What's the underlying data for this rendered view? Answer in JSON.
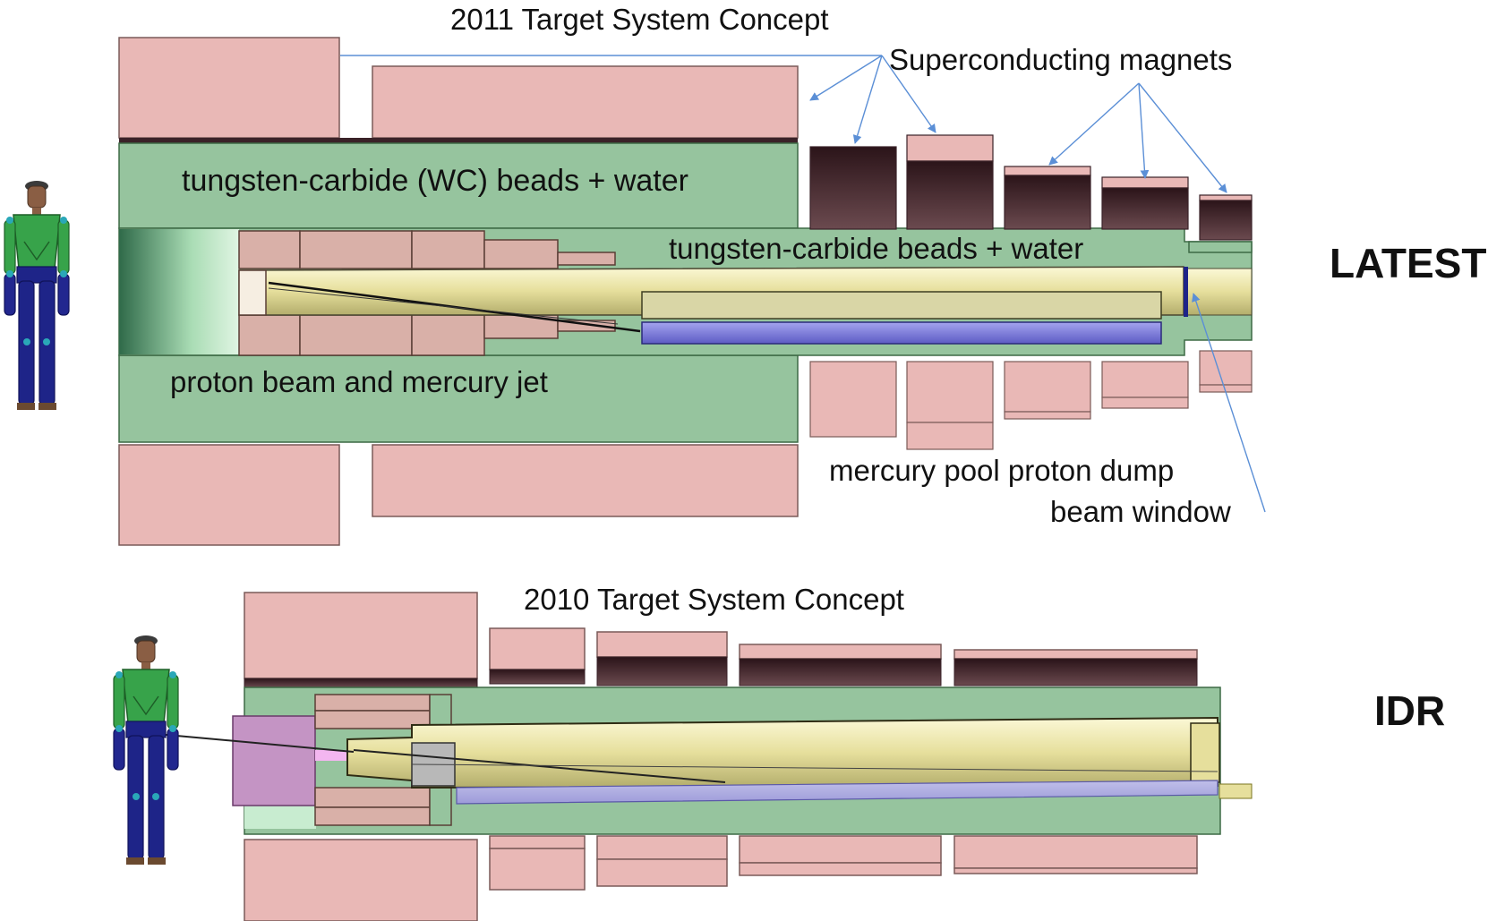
{
  "titles": {
    "top": "2011 Target System Concept",
    "bottom": "2010 Target System Concept"
  },
  "labels": {
    "superconducting": "Superconducting magnets",
    "wc_beads_water": "tungsten-carbide (WC) beads + water",
    "tc_beads_water": "tungsten-carbide beads + water",
    "proton_mercury": "proton beam and mercury jet",
    "mercury_pool": "mercury pool proton dump",
    "beam_window": "beam window"
  },
  "versions": {
    "latest": "LATEST",
    "idr": "IDR"
  },
  "colors": {
    "magnet_pink": "#e9b8b6",
    "shield_green": "#96c49e",
    "dark_maroon": "#3a2228",
    "beam_yellow": "#eeeab8",
    "mercury_blue": "#7a78dc",
    "tan": "#d9b0a8",
    "purple": "#c494c4",
    "annotation_blue": "#5b8fd6"
  }
}
